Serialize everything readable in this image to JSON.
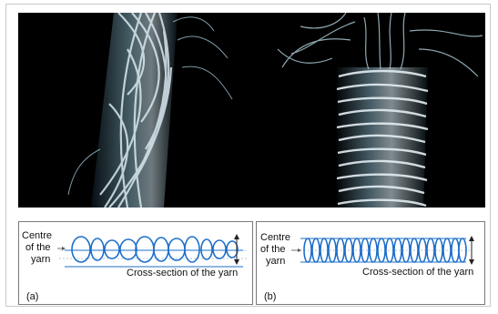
{
  "panels": {
    "a": {
      "centre_line1": "Centre",
      "centre_line2": "of the",
      "centre_line3": "yarn",
      "cross_section": "Cross-section of the yarn",
      "caption": "(a)"
    },
    "b": {
      "centre_line1": "Centre",
      "centre_line2": "of the",
      "centre_line3": "yarn",
      "cross_section": "Cross-section of the yarn",
      "caption": "(b)"
    }
  },
  "colors": {
    "fiber_blue": "#1e6fc9",
    "photo_background": "#000000",
    "fiber_white": "#dfeaf0"
  }
}
